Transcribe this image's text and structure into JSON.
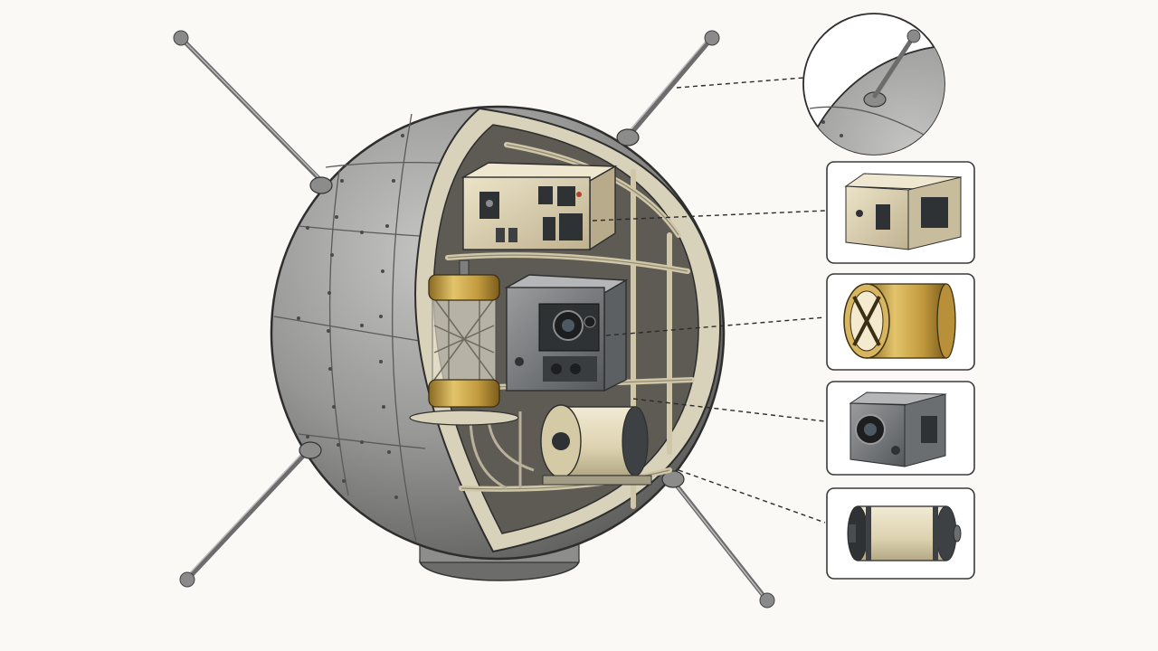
{
  "diagram": {
    "subject": "cutaway-satellite-sphere",
    "palette": {
      "hull": "#9a9a98",
      "hull_shadow": "#5f5f5e",
      "interior": "#6a675f",
      "frame": "#d8d2bb",
      "beige_box": "#d9cfb4",
      "brass": "#c9a54a",
      "dark_panel": "#2f3234",
      "camera_body": "#7b7d7f"
    },
    "components": [
      {
        "id": "antenna-mount",
        "icon": "antenna-mount-icon"
      },
      {
        "id": "electronics-box",
        "icon": "electronics-box-icon"
      },
      {
        "id": "brass-cylinder",
        "icon": "brass-cylinder-icon"
      },
      {
        "id": "camera-unit",
        "icon": "camera-unit-icon"
      },
      {
        "id": "battery-canister",
        "icon": "battery-canister-icon"
      }
    ]
  }
}
